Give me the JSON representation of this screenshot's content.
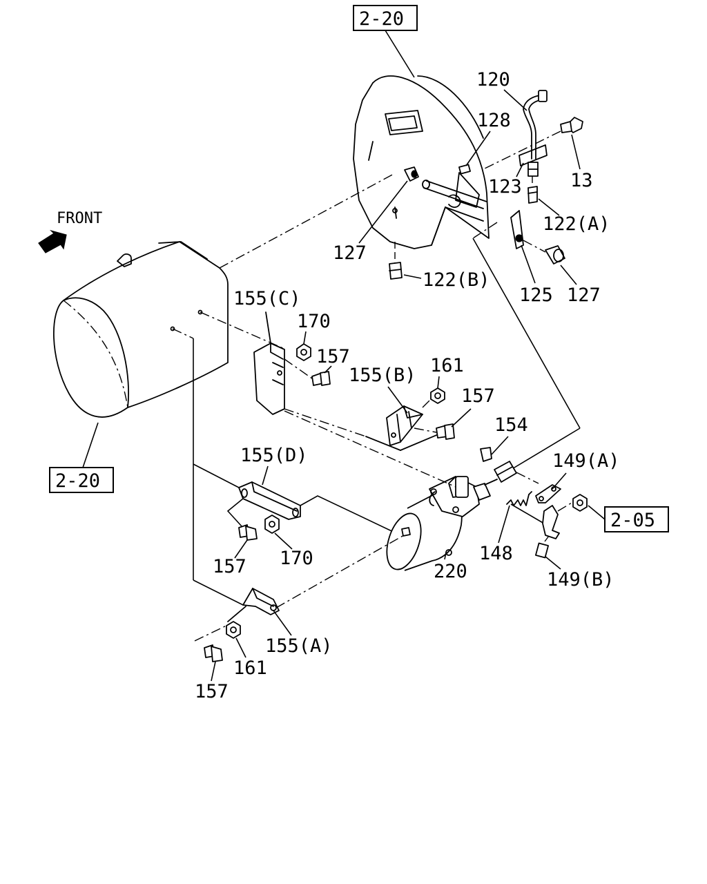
{
  "orientation": {
    "front_label": "FRONT",
    "arrow_icon": "front-arrow-icon"
  },
  "references": {
    "top": "2-20",
    "left": "2-20",
    "right": "2-05"
  },
  "callouts": {
    "p120": "120",
    "p128": "128",
    "p13": "13",
    "p123": "123",
    "p122a": "122(A)",
    "p127_left": "127",
    "p122b": "122(B)",
    "p125": "125",
    "p127_right": "127",
    "p155c": "155(C)",
    "p170_top": "170",
    "p157_top": "157",
    "p155b": "155(B)",
    "p161_top": "161",
    "p157_mid": "157",
    "p154": "154",
    "p149a": "149(A)",
    "p155d": "155(D)",
    "p157_left": "157",
    "p170_bottom": "170",
    "p220": "220",
    "p148": "148",
    "p149b": "149(B)",
    "p155a": "155(A)",
    "p161_bottom": "161",
    "p157_bottom": "157"
  }
}
